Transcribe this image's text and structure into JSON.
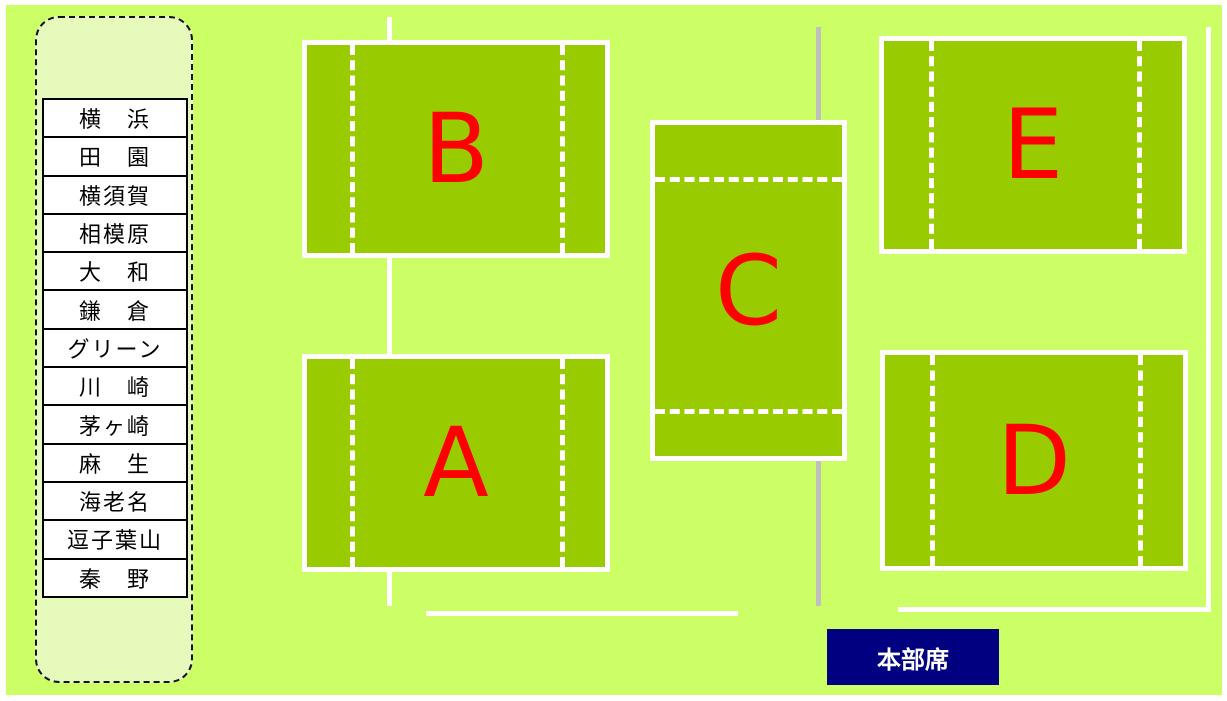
{
  "teams": [
    "横　浜",
    "田　園",
    "横須賀",
    "相模原",
    "大　和",
    "鎌　倉",
    "グリーン",
    "川　崎",
    "茅ヶ崎",
    "麻　生",
    "海老名",
    "逗子葉山",
    "秦　野"
  ],
  "courts": {
    "a": "A",
    "b": "B",
    "c": "C",
    "d": "D",
    "e": "E"
  },
  "headquarters": "本部席",
  "colors": {
    "field": "#ccff66",
    "court": "#99cc00",
    "court_label": "#ff0000",
    "headquarters": "#000080",
    "panel": "#e6fbbb"
  }
}
